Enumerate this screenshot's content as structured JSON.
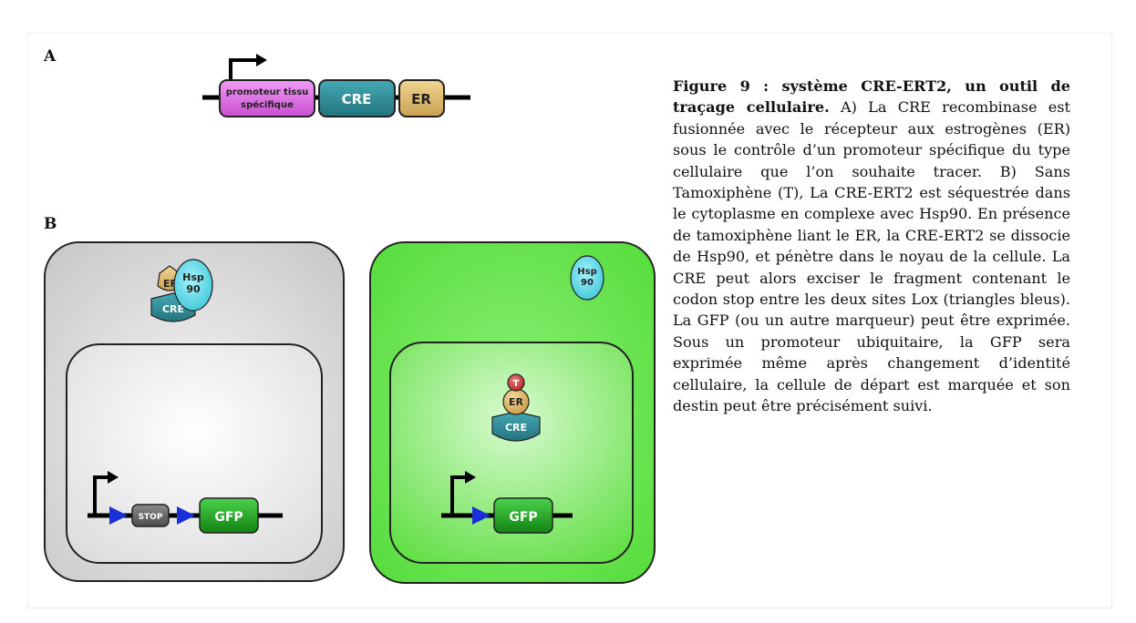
{
  "panel_a": {
    "label": "A",
    "promoter_line1": "promoteur tissu",
    "promoter_line2": "spécifique",
    "cre": "CRE",
    "er": "ER"
  },
  "panel_b": {
    "label": "B",
    "left_cell": {
      "er": "ER",
      "hsp_line1": "Hsp",
      "hsp_line2": "90",
      "cre": "CRE",
      "stop": "STOP",
      "gfp": "GFP"
    },
    "right_cell": {
      "hsp_line1": "Hsp",
      "hsp_line2": "90",
      "t": "T",
      "er": "ER",
      "cre": "CRE",
      "gfp": "GFP"
    }
  },
  "caption": {
    "title": "Figure 9 : système CRE-ERT2, un outil de traçage cellulaire.",
    "body": "A) La CRE recombinase est fusionnée avec le récepteur aux estrogènes (ER) sous le contrôle d’un promoteur spécifique du type cellulaire que l’on souhaite tracer. B) Sans Tamoxiphène (T), La CRE-ERT2 est séquestrée dans le cytoplasme en complexe avec Hsp90. En présence de tamoxiphène liant le ER, la CRE-ERT2 se dissocie de Hsp90, et pénètre dans le noyau de la cellule. La CRE peut alors exciser le fragment contenant le codon stop entre les deux sites Lox (triangles bleus). La GFP (ou un autre marqueur) peut être exprimée. Sous un promoteur ubiquitaire, la GFP sera exprimée même après changement d’identité cellulaire, la cellule de départ est marquée et son destin peut être précisément suivi."
  },
  "colors": {
    "promoter": "#e070e8",
    "cre": "#2f8e9a",
    "er": "#e3c274",
    "hsp": "#6fe0ee",
    "gfp": "#1aa31a",
    "stop": "#6b6b6b",
    "lox": "#1a2fd6",
    "tamoxifen": "#d94a4a",
    "cell_green": "#6ee84e",
    "cell_gray": "#d8d8d8"
  }
}
